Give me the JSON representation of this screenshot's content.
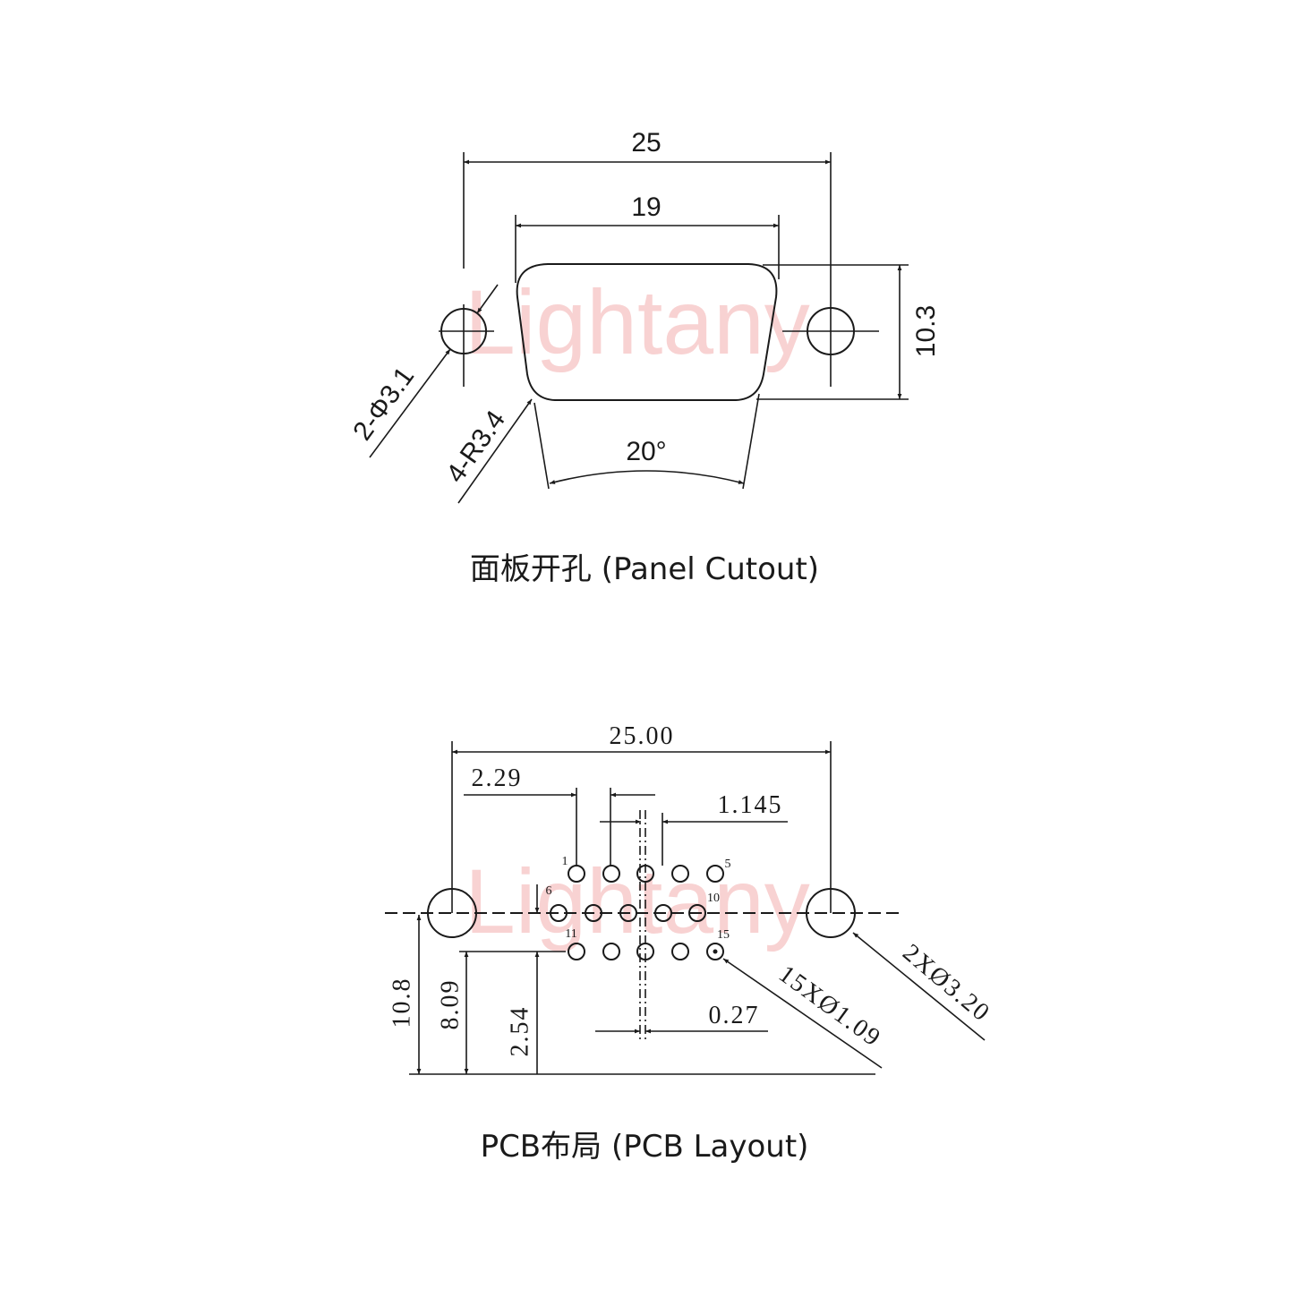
{
  "watermark": "Lightany",
  "panel_cutout": {
    "title": "面板开孔 (Panel Cutout)",
    "dim_overall_width": "25",
    "dim_cutout_width": "19",
    "dim_height": "10.3",
    "dim_mount_holes": "2-Φ3.1",
    "dim_corner_radius": "4-R3.4",
    "dim_angle": "20°"
  },
  "pcb_layout": {
    "title": "PCB布局 (PCB Layout)",
    "dim_overall_width": "25.00",
    "dim_pin_offset": "2.29",
    "dim_half_pitch": "1.145",
    "dim_center_offset": "0.27",
    "dim_mount_height": "10.8",
    "dim_row_top_height": "8.09",
    "dim_row_height": "2.54",
    "dim_mount_holes": "2XØ3.20",
    "dim_pin_holes": "15XØ1.09",
    "pin_labels": {
      "p1": "1",
      "p5": "5",
      "p6": "6",
      "p10": "10",
      "p11": "11",
      "p15": "15"
    }
  },
  "colors": {
    "line": "#1a1a1a",
    "watermark": "#f6c3c3"
  }
}
